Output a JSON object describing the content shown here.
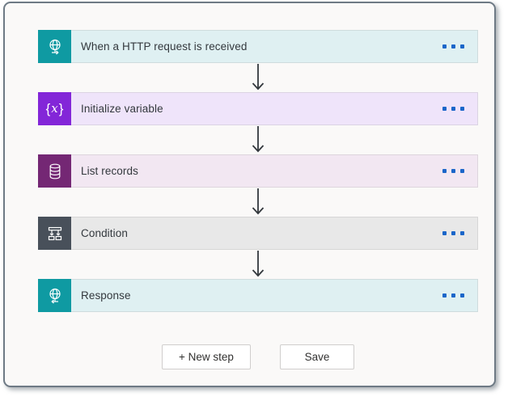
{
  "flow": {
    "steps": [
      {
        "label": "When a HTTP request is received",
        "icon": "http-request-icon",
        "accent": "#0f9aa2",
        "tint": "#dff0f2"
      },
      {
        "label": "Initialize variable",
        "icon": "initialize-variable-icon",
        "accent": "#8326d8",
        "tint": "#efe4fa"
      },
      {
        "label": "List records",
        "icon": "database-icon",
        "accent": "#742774",
        "tint": "#f2e7f2"
      },
      {
        "label": "Condition",
        "icon": "condition-branch-icon",
        "accent": "#48505a",
        "tint": "#e8e8e8"
      },
      {
        "label": "Response",
        "icon": "http-response-icon",
        "accent": "#0f9aa2",
        "tint": "#dff0f2"
      }
    ],
    "variable_glyph": {
      "open": "{",
      "x": "x",
      "close": "}"
    },
    "step_menu_icon": "ellipsis-icon",
    "connector_icon": "arrow-down-icon"
  },
  "footer": {
    "new_step_label": "+ New step",
    "save_label": "Save"
  },
  "colors": {
    "frame_border": "#6e7a85",
    "canvas_bg": "#faf9f8",
    "text": "#33383d",
    "arrow": "#33383d",
    "menu_dots": "#1b66c9",
    "button_border": "#d0cecd",
    "button_bg": "#ffffff"
  }
}
